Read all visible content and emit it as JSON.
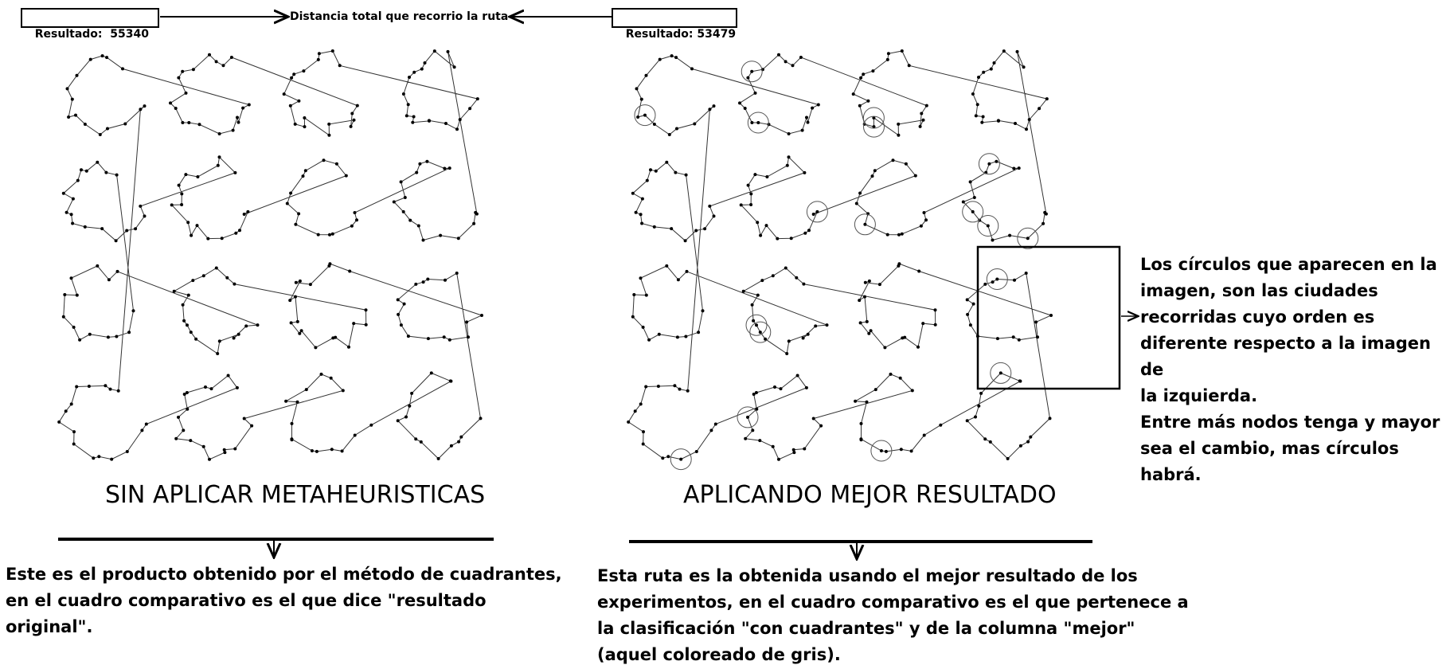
{
  "results": {
    "left": "Resultado:  55340",
    "right": "Resultado: 53479"
  },
  "distance_label": "Distancia total que recorrio la ruta",
  "panels": {
    "left_title": "SIN APLICAR METAHEURISTICAS",
    "right_title": "APLICANDO MEJOR RESULTADO"
  },
  "descriptions": {
    "left_lines": [
      "Este es el producto obtenido por el método de cuadrantes,",
      "en el cuadro comparativo es el que dice \"resultado original\"."
    ],
    "right_lines": [
      "Esta ruta es la obtenida usando el mejor resultado de los",
      "experimentos, en el cuadro comparativo es el que pertenece a",
      "la clasificación \"con cuadrantes\" y de la columna \"mejor\"",
      "(aquel coloreado de gris)."
    ]
  },
  "side_note_lines": [
    "Los círculos que aparecen en la",
    "imagen, son las ciudades",
    "recorridas cuyo orden es",
    "diferente respecto a la imagen de",
    "la izquierda.",
    "Entre más nodos tenga y mayor",
    "sea el cambio, mas círculos habrá."
  ],
  "colors": {
    "line": "#000000",
    "route": "#333333",
    "node": "#000000"
  }
}
